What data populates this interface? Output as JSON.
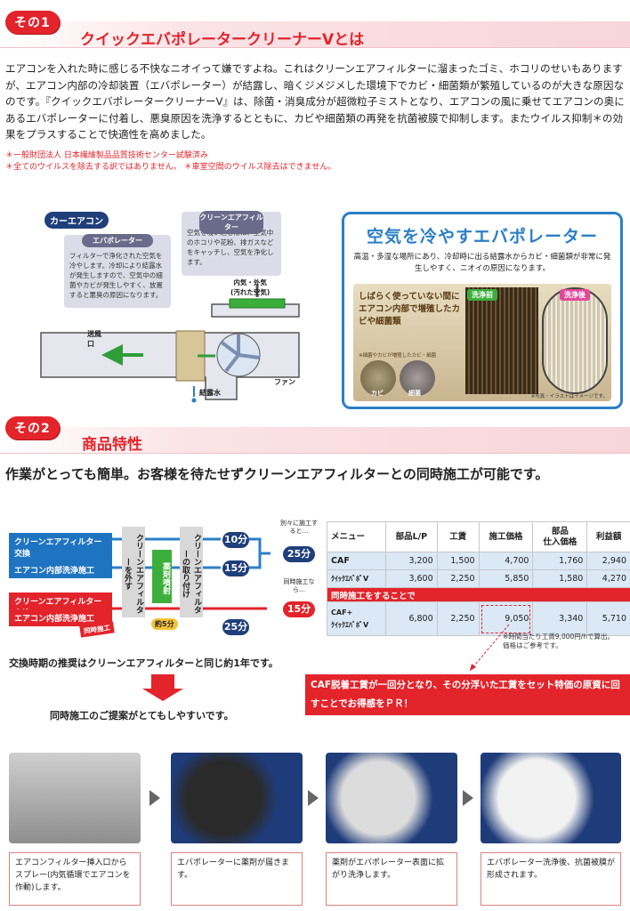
{
  "section1": {
    "badge": "その1",
    "title": "クイックエバポレータークリーナーVとは",
    "intro": "エアコンを入れた時に感じる不快なニオイって嫌ですよね。これはクリーンエアフィルターに溜まったゴミ、ホコリのせいもありますが、エアコン内部の冷却装置（エバポレーター）が結露し、暗くジメジメした環境下でカビ・細菌類が繁殖しているのが大きな原因なのです。『クイックエバポレータークリーナーV』は、除菌・消臭成分が超微粒子ミストとなり、エアコンの風に乗せてエアコンの奥にあるエバポレーターに付着し、悪臭原因を洗浄するとともに、カビや細菌類の再発を抗菌被膜で抑制します。またウイルス抑制＊の効果をプラスすることで快適性を高めました。",
    "notes": [
      "＊一般財団法人 日本繊維製品品質技術センター試験済み",
      "＊全てのウイルスを除去する訳ではありません。 ＊車室空間のウイルス除去はできません。"
    ]
  },
  "diagram": {
    "car_aircon_label": "カーエアコン",
    "evaporator_head": "エバポレーター",
    "evaporator_text": "フィルターで浄化された空気を冷やします。冷却により結露水が発生しますので、空気中の細菌やカビが発生しやすく、放置すると悪臭の原因になります。",
    "filter_head": "クリーンエアフィルター",
    "filter_text": "空気を吸い込む際に、空気中のホコリや花粉、排ガスなどをキャッチし、空気を浄化します。",
    "air_in_label": "内気・外気\n(汚れた空気)",
    "outlet_label": "送風口",
    "condensate_label": "結露水",
    "fan_label": "ファン"
  },
  "evap_panel": {
    "title": "空気を冷やすエバポレーター",
    "desc": "高温・多湿な場所にあり、冷却時に出る結露水からカビ・細菌類が非常に発生しやすく、ニオイの原因になります。",
    "callout": "しばらく使っていない間にエアコン内部で増殖したカビや細菌類",
    "callout_small": "※細菌やカビが増殖したカビ・細菌",
    "before_label": "洗浄前",
    "after_label": "洗浄後",
    "mold_label": "カビ",
    "bacteria_label": "細菌",
    "note": "※写真・イラストはイメージです。"
  },
  "section2": {
    "badge": "その2",
    "title": "商品特性",
    "headline": "作業がとっても簡単。お客様を待たせずクリーンエアフィルターとの同時施工が可能です。"
  },
  "flow": {
    "row1": "クリーンエアフィルター交換",
    "row2": "エアコン内部洗浄施工",
    "row3a": "クリーンエアフィルター交換",
    "row3_plus": "＋",
    "row3b": "エアコン内部洗浄施工",
    "simul_tag": "同時施工",
    "col_remove": "クリーンエアフィルターを外す",
    "col_spray": "薬剤噴射",
    "col_spray_min": "約5分",
    "col_install": "クリーンエアフィルターの取り付け",
    "t1": "10分",
    "t2": "15分",
    "t3": "25分",
    "separate_label": "別々に施工すると…",
    "separate_min": "25分",
    "simul_label": "同時施工なら…",
    "simul_min": "15分"
  },
  "price_table": {
    "headers": [
      "メニュー",
      "部品L/P",
      "工賃",
      "施工価格",
      "部品\n仕入価格",
      "利益額"
    ],
    "rows": [
      [
        "CAF",
        "3,200",
        "1,500",
        "4,700",
        "1,760",
        "2,940"
      ],
      [
        "ｸｲｯｸｴﾊﾞﾎﾟV",
        "3,600",
        "2,250",
        "5,850",
        "1,580",
        "4,270"
      ]
    ],
    "simul_row": "同時施工をすることで",
    "combo_row": [
      "CAF+\nｸｲｯｸｴﾊﾞﾎﾟV",
      "6,800",
      "2,250",
      "9,050",
      "3,340",
      "5,710"
    ],
    "note": "※時間当たり工賃9,000円/hで算出。\n価格はご参考です。"
  },
  "recommend": {
    "line1": "交換時期の推奨はクリーンエアフィルターと同じ約1年です。",
    "line2": "同時施工のご提案がとてもしやすいです。",
    "callout": "CAF脱着工賃が一回分となり、その分浮いた工賃をセット特価の原資に回すことでお得感をＰＲ！"
  },
  "steps": [
    {
      "caption": "エアコンフィルター挿入口からスプレー(内気循環でエアコンを作動)します。"
    },
    {
      "caption": "エバポレーターに薬剤が届きます。"
    },
    {
      "caption": "薬剤がエバポレーター表面に拡がり洗浄します。"
    },
    {
      "caption": "エバポレーター洗浄後、抗菌被膜が形成されます。"
    }
  ],
  "colors": {
    "accent_red": "#e3242b",
    "navy": "#1f3f7a",
    "blue": "#2b7fc7",
    "green": "#3cae3c"
  }
}
